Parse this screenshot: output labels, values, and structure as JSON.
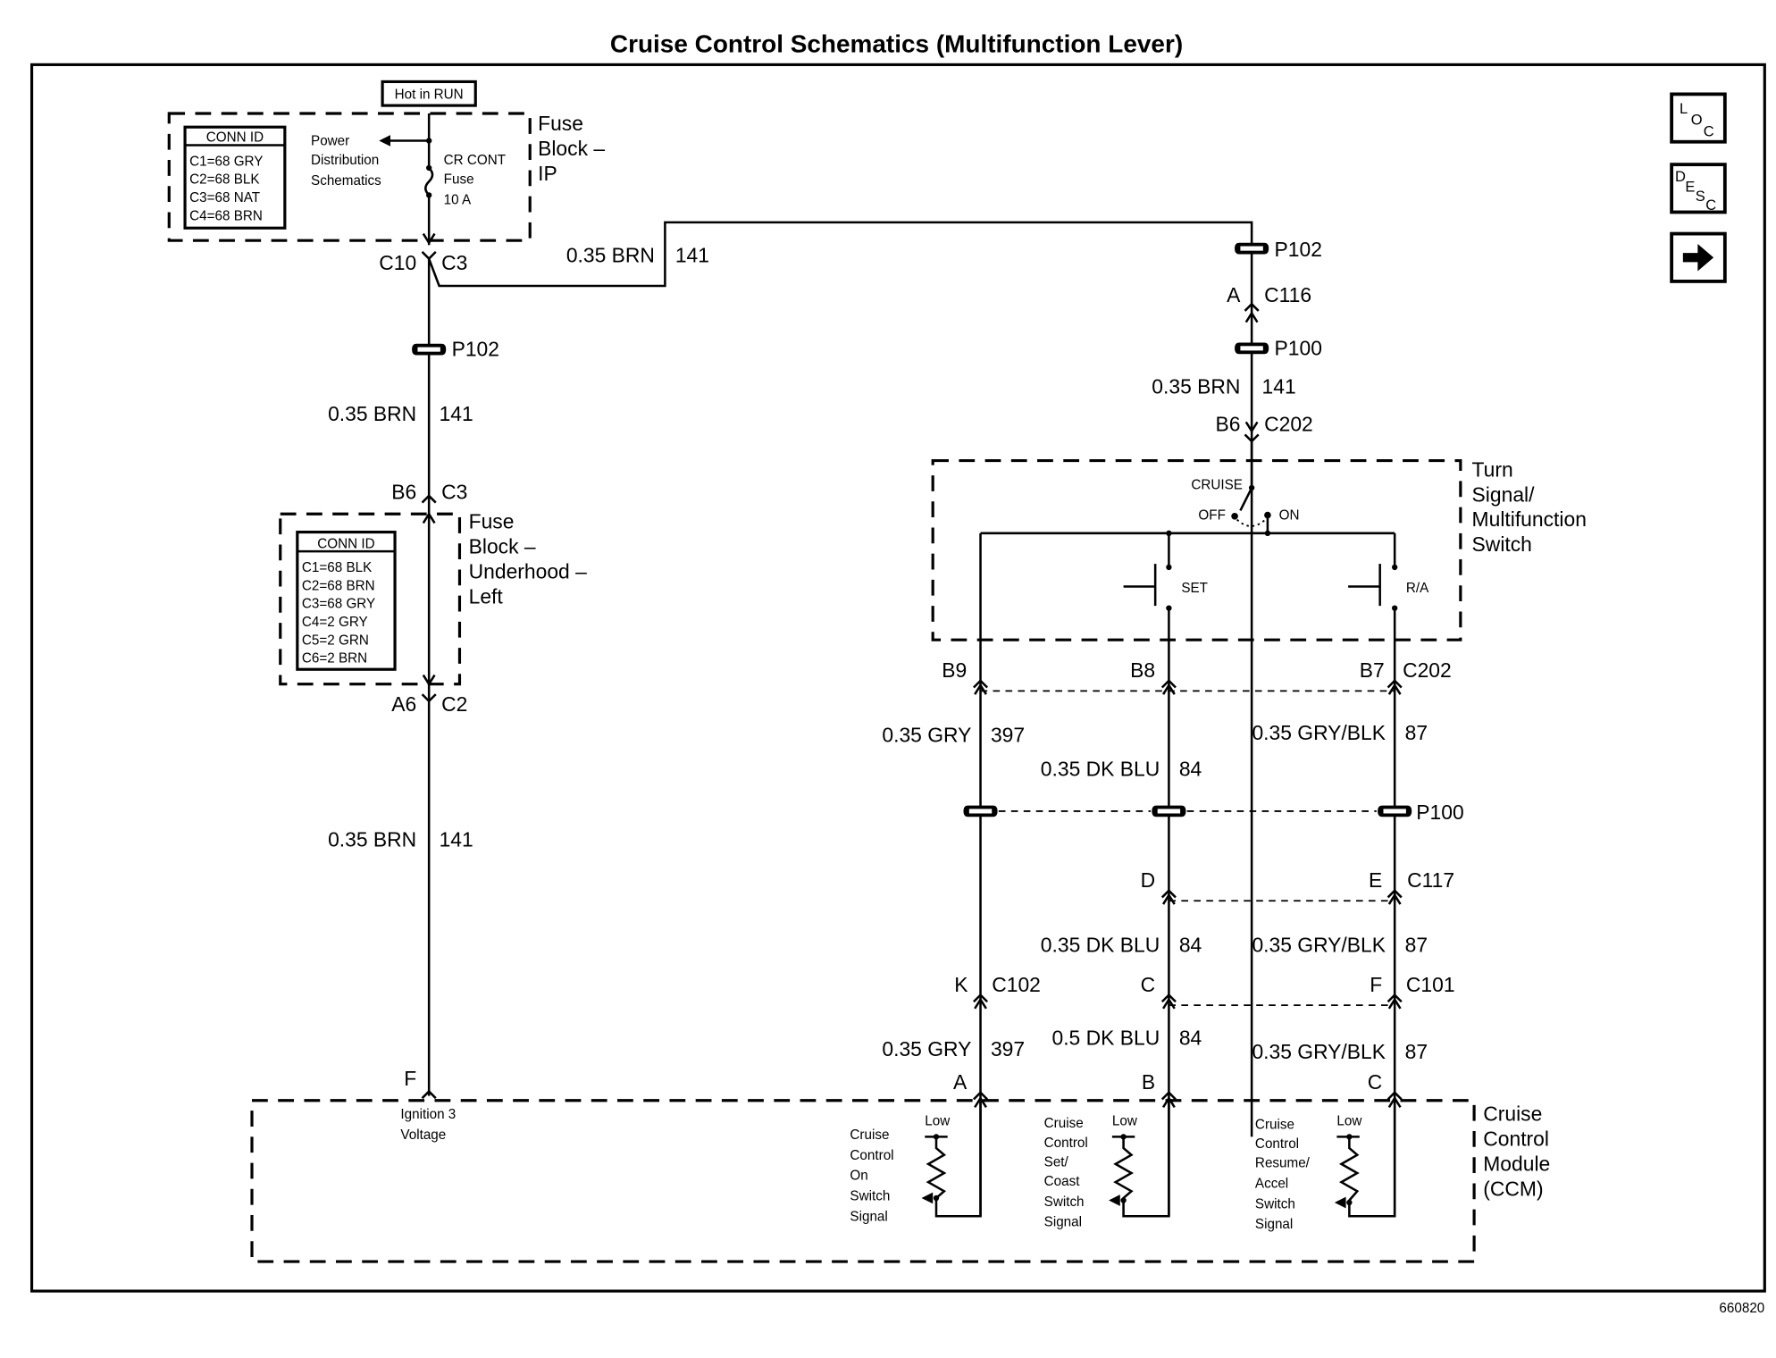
{
  "title": "Cruise Control Schematics (Multifunction Lever)",
  "figure_id": "660820",
  "nav_buttons": {
    "loc": [
      "L",
      "O",
      "C"
    ],
    "desc": [
      "D",
      "E",
      "S",
      "C"
    ],
    "next_icon": "right-arrow-icon"
  },
  "hot_in_run": "Hot in RUN",
  "fuse_block_ip": {
    "label": [
      "Fuse",
      "Block –",
      "IP"
    ],
    "conn_id_header": "CONN ID",
    "conn_ids": [
      "C1=68 GRY",
      "C2=68 BLK",
      "C3=68 NAT",
      "C4=68 BRN"
    ],
    "power_dist": [
      "Power",
      "Distribution",
      "Schematics"
    ],
    "fuse": [
      "CR CONT",
      "Fuse",
      "10 A"
    ],
    "conn_left": "C10",
    "conn_right": "C3"
  },
  "fuse_block_underhood": {
    "label": [
      "Fuse",
      "Block –",
      "Underhood –",
      "Left"
    ],
    "conn_id_header": "CONN ID",
    "conn_ids": [
      "C1=68 BLK",
      "C2=68 BRN",
      "C3=68 GRY",
      "C4=2 GRY",
      "C5=2 GRN",
      "C6=2 BRN"
    ],
    "top_pin": "B6",
    "top_conn": "C3",
    "bottom_pin": "A6",
    "bottom_conn": "C2"
  },
  "left_circuit": {
    "splice_top": "P102",
    "wire1": {
      "gauge": "0.35 BRN",
      "circuit": "141"
    },
    "wire2": {
      "gauge": "0.35 BRN",
      "circuit": "141"
    },
    "ccm_pin": "F",
    "ccm_label": [
      "Ignition 3",
      "Voltage"
    ]
  },
  "top_wire": {
    "gauge": "0.35 BRN",
    "circuit": "141"
  },
  "right_feed": {
    "splice1": "P102",
    "pin_a": "A",
    "conn_c116": "C116",
    "splice2": "P100",
    "wire": {
      "gauge": "0.35 BRN",
      "circuit": "141"
    },
    "pin_b6": "B6",
    "conn_c202": "C202"
  },
  "multifunction_switch": {
    "label": [
      "Turn",
      "Signal/",
      "Multifunction",
      "Switch"
    ],
    "cruise": "CRUISE",
    "off": "OFF",
    "on": "ON",
    "set": "SET",
    "ra": "R/A"
  },
  "c202_pins": {
    "b9": "B9",
    "b8": "B8",
    "b7": "B7",
    "conn": "C202"
  },
  "wires_upper": {
    "gry": {
      "gauge": "0.35 GRY",
      "circuit": "397"
    },
    "dkblu": {
      "gauge": "0.35 DK BLU",
      "circuit": "84"
    },
    "grybLK": {
      "gauge": "0.35 GRY/BLK",
      "circuit": "87"
    }
  },
  "splice_p100": "P100",
  "c117": {
    "d": "D",
    "e": "E",
    "conn": "C117"
  },
  "wires_mid": {
    "dkblu": {
      "gauge": "0.35 DK BLU",
      "circuit": "84"
    },
    "grybLK": {
      "gauge": "0.35 GRY/BLK",
      "circuit": "87"
    }
  },
  "c102": {
    "k": "K",
    "conn": "C102"
  },
  "c101": {
    "c": "C",
    "f": "F",
    "conn": "C101"
  },
  "wires_lower": {
    "gry": {
      "gauge": "0.35 GRY",
      "circuit": "397"
    },
    "dkblu": {
      "gauge": "0.5 DK BLU",
      "circuit": "84"
    },
    "grybLK": {
      "gauge": "0.35 GRY/BLK",
      "circuit": "87"
    }
  },
  "ccm": {
    "label": [
      "Cruise",
      "Control",
      "Module",
      "(CCM)"
    ],
    "pins": [
      "A",
      "B",
      "C"
    ],
    "low": "Low",
    "signals": [
      [
        "Cruise",
        "Control",
        "On",
        "Switch",
        "Signal"
      ],
      [
        "Cruise",
        "Control",
        "Set/",
        "Coast",
        "Switch",
        "Signal"
      ],
      [
        "Cruise",
        "Control",
        "Resume/",
        "Accel",
        "Switch",
        "Signal"
      ]
    ]
  }
}
